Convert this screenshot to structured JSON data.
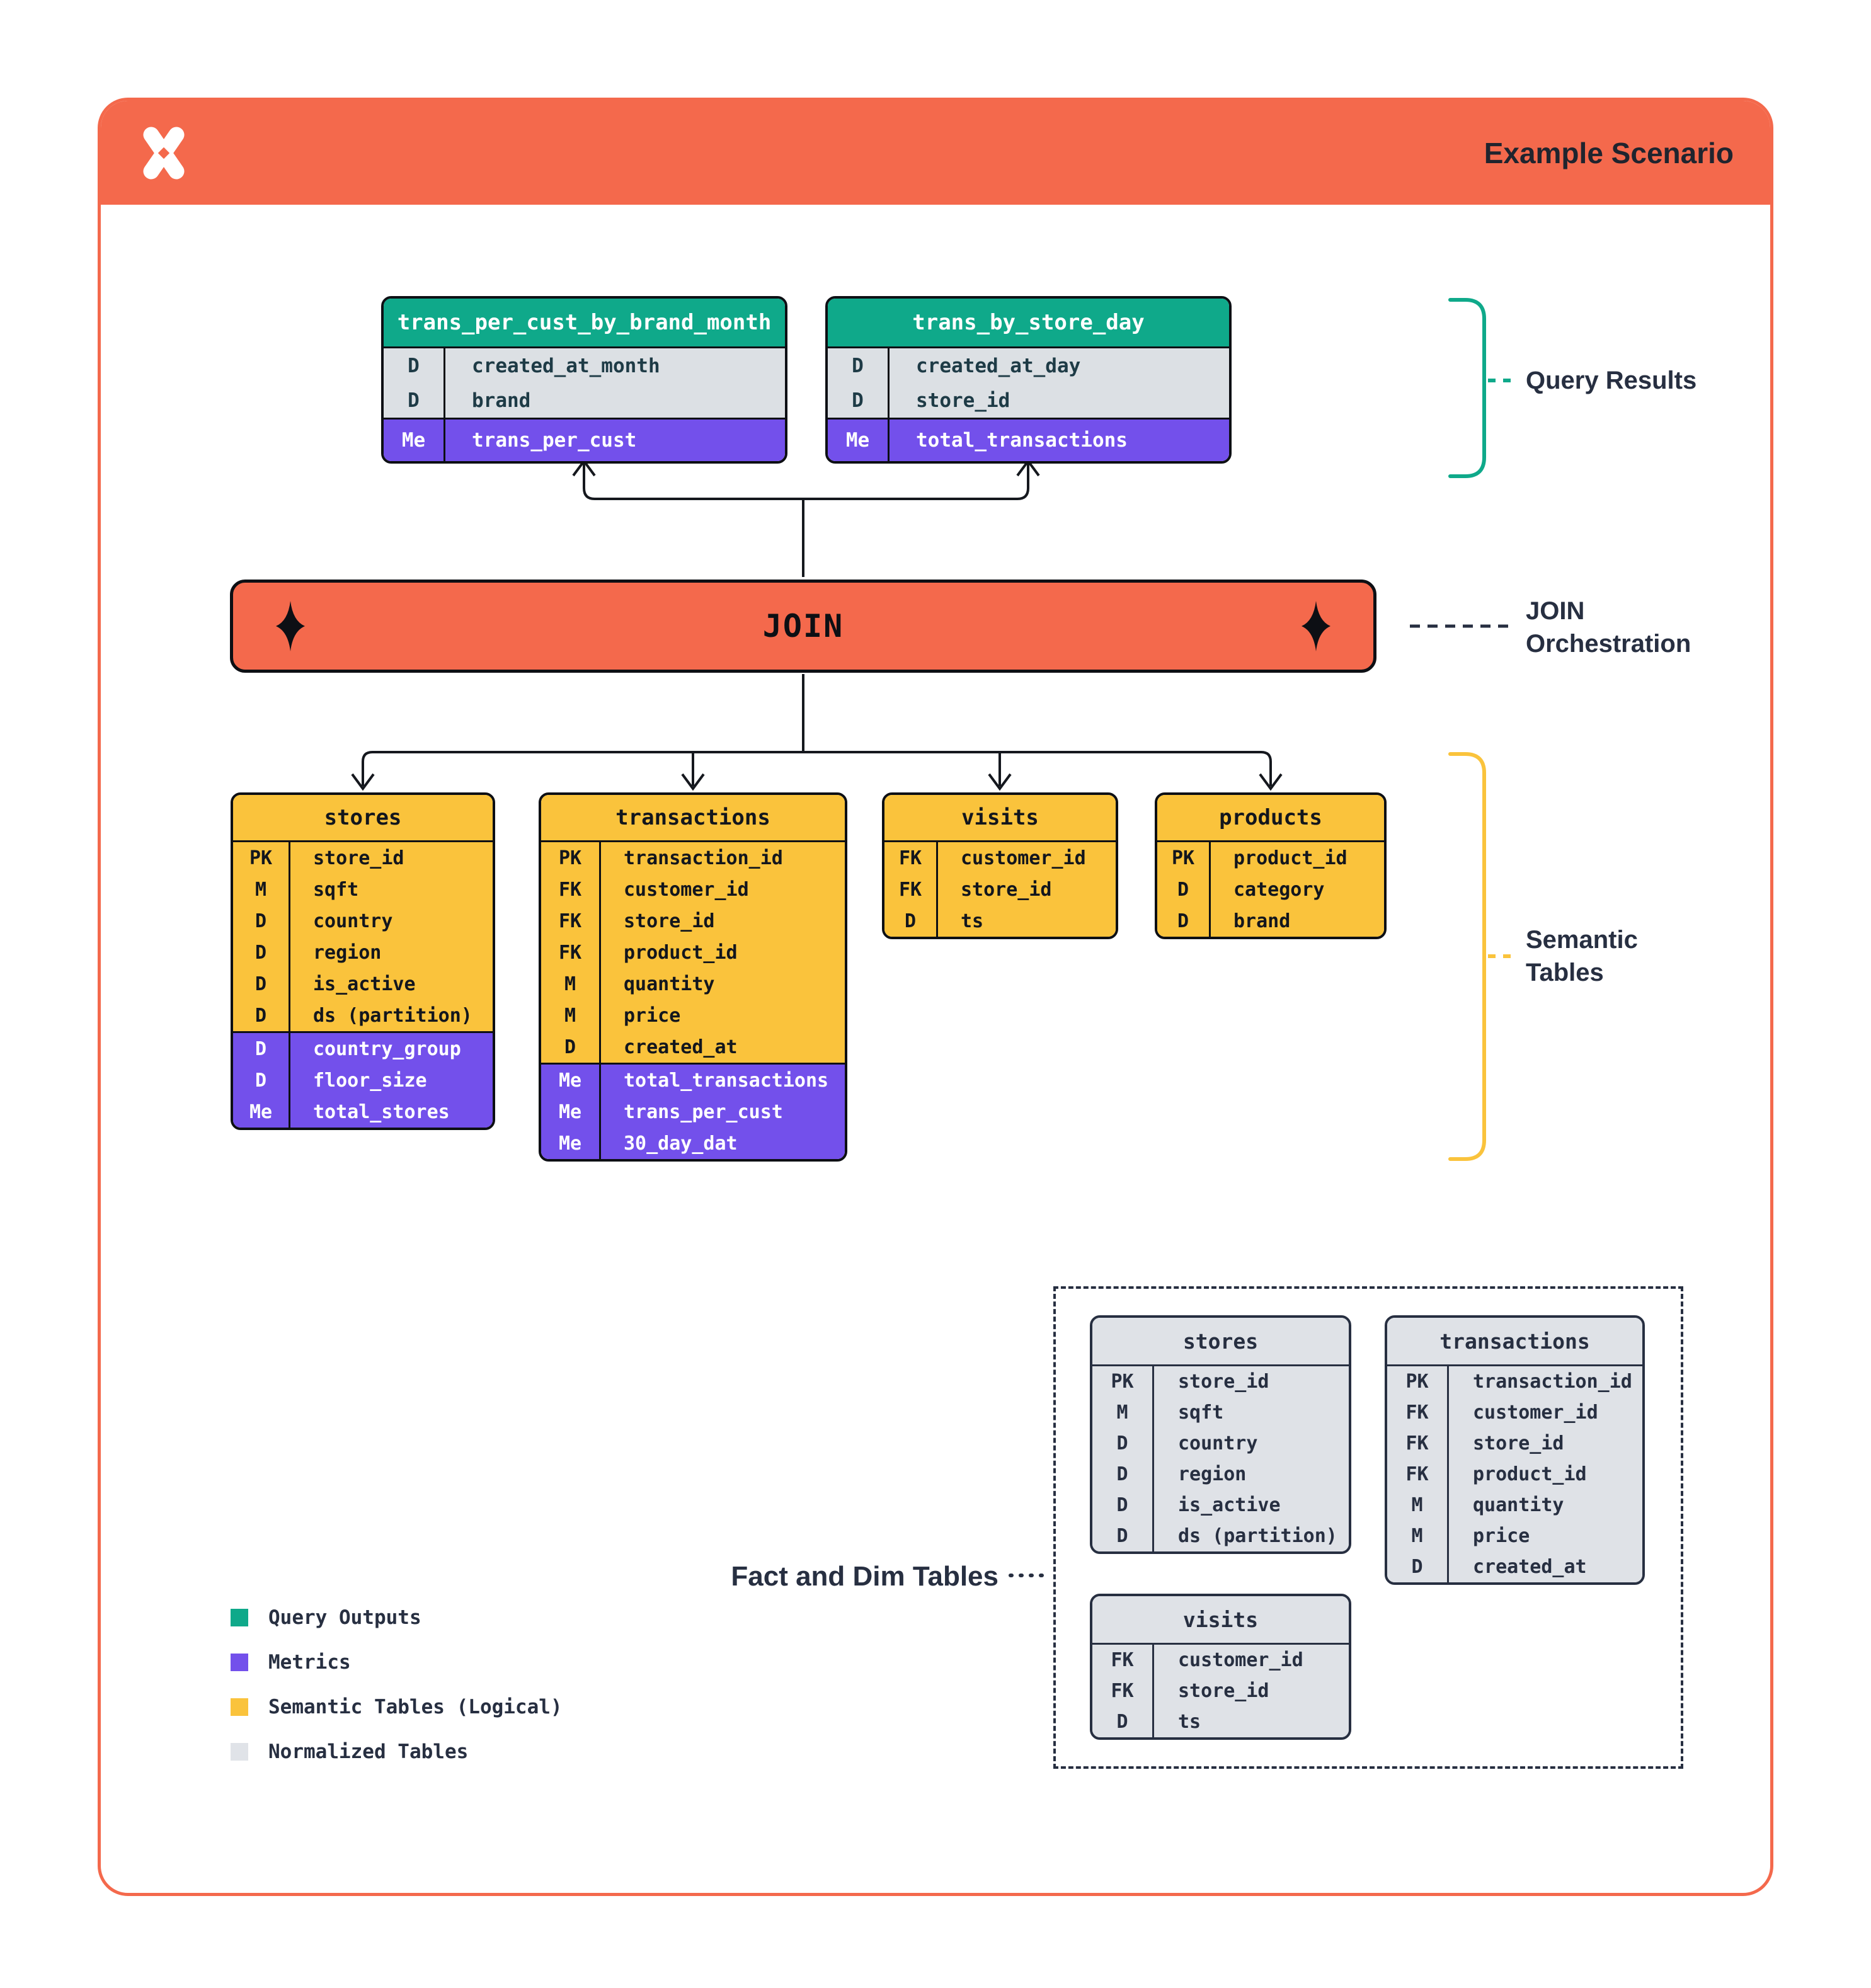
{
  "header": {
    "title": "Example Scenario"
  },
  "join": {
    "label": "JOIN"
  },
  "annotations": {
    "query_results": "Query Results",
    "join_orchestration_line1": "JOIN",
    "join_orchestration_line2": "Orchestration",
    "semantic_line1": "Semantic",
    "semantic_line2": "Tables",
    "fact_dim": "Fact and Dim Tables"
  },
  "query_results_tables": [
    {
      "name": "trans_per_cust_by_brand_month",
      "fields": [
        {
          "k": "D",
          "f": "created_at_month"
        },
        {
          "k": "D",
          "f": "brand"
        }
      ],
      "metrics": [
        {
          "k": "Me",
          "f": "trans_per_cust"
        }
      ]
    },
    {
      "name": "trans_by_store_day",
      "fields": [
        {
          "k": "D",
          "f": "created_at_day"
        },
        {
          "k": "D",
          "f": "store_id"
        }
      ],
      "metrics": [
        {
          "k": "Me",
          "f": "total_transactions"
        }
      ]
    }
  ],
  "semantic_tables": [
    {
      "name": "stores",
      "fields": [
        {
          "k": "PK",
          "f": "store_id"
        },
        {
          "k": "M",
          "f": "sqft"
        },
        {
          "k": "D",
          "f": "country"
        },
        {
          "k": "D",
          "f": "region"
        },
        {
          "k": "D",
          "f": "is_active"
        },
        {
          "k": "D",
          "f": "ds (partition)"
        }
      ],
      "metrics": [
        {
          "k": "D",
          "f": "country_group"
        },
        {
          "k": "D",
          "f": "floor_size"
        },
        {
          "k": "Me",
          "f": "total_stores"
        }
      ]
    },
    {
      "name": "transactions",
      "fields": [
        {
          "k": "PK",
          "f": "transaction_id"
        },
        {
          "k": "FK",
          "f": "customer_id"
        },
        {
          "k": "FK",
          "f": "store_id"
        },
        {
          "k": "FK",
          "f": "product_id"
        },
        {
          "k": "M",
          "f": "quantity"
        },
        {
          "k": "M",
          "f": "price"
        },
        {
          "k": "D",
          "f": "created_at"
        }
      ],
      "metrics": [
        {
          "k": "Me",
          "f": "total_transactions"
        },
        {
          "k": "Me",
          "f": "trans_per_cust"
        },
        {
          "k": "Me",
          "f": "30_day_dat"
        }
      ]
    },
    {
      "name": "visits",
      "fields": [
        {
          "k": "FK",
          "f": "customer_id"
        },
        {
          "k": "FK",
          "f": "store_id"
        },
        {
          "k": "D",
          "f": "ts"
        }
      ],
      "metrics": []
    },
    {
      "name": "products",
      "fields": [
        {
          "k": "PK",
          "f": "product_id"
        },
        {
          "k": "D",
          "f": "category"
        },
        {
          "k": "D",
          "f": "brand"
        }
      ],
      "metrics": []
    }
  ],
  "normalized_tables": [
    {
      "name": "stores",
      "fields": [
        {
          "k": "PK",
          "f": "store_id"
        },
        {
          "k": "M",
          "f": "sqft"
        },
        {
          "k": "D",
          "f": "country"
        },
        {
          "k": "D",
          "f": "region"
        },
        {
          "k": "D",
          "f": "is_active"
        },
        {
          "k": "D",
          "f": "ds (partition)"
        }
      ]
    },
    {
      "name": "transactions",
      "fields": [
        {
          "k": "PK",
          "f": "transaction_id"
        },
        {
          "k": "FK",
          "f": "customer_id"
        },
        {
          "k": "FK",
          "f": "store_id"
        },
        {
          "k": "FK",
          "f": "product_id"
        },
        {
          "k": "M",
          "f": "quantity"
        },
        {
          "k": "M",
          "f": "price"
        },
        {
          "k": "D",
          "f": "created_at"
        }
      ]
    },
    {
      "name": "visits",
      "fields": [
        {
          "k": "FK",
          "f": "customer_id"
        },
        {
          "k": "FK",
          "f": "store_id"
        },
        {
          "k": "D",
          "f": "ts"
        }
      ]
    }
  ],
  "legend": [
    {
      "label": "Query Outputs",
      "color": "#0FA98A"
    },
    {
      "label": "Metrics",
      "color": "#7350EB"
    },
    {
      "label": "Semantic Tables (Logical)",
      "color": "#FAC33C"
    },
    {
      "label": "Normalized Tables",
      "color": "#E0E3E8"
    }
  ],
  "colors": {
    "accent_orange": "#F4694C",
    "green": "#0FA98A",
    "purple": "#7350EB",
    "yellow": "#FAC33C",
    "row_gray": "#DCE0E4",
    "ink": "#272F41"
  }
}
